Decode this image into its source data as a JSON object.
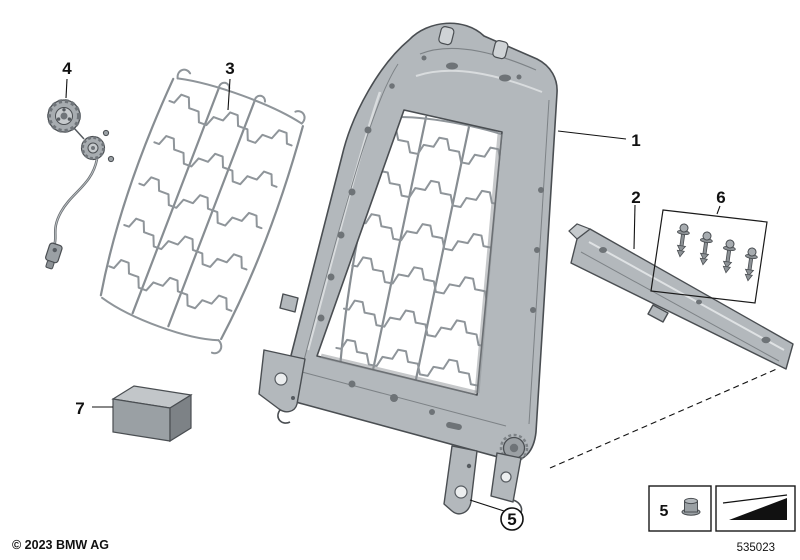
{
  "diagram": {
    "callouts": {
      "c1": "1",
      "c2": "2",
      "c3": "3",
      "c4": "4",
      "c5": "5",
      "c6": "6",
      "c7": "7"
    },
    "inline_ref": {
      "circled": "5"
    },
    "legend": {
      "fastener": "5"
    },
    "footer": {
      "copyright": "© 2023 BMW AG",
      "diagram_number": "535023"
    },
    "colors": {
      "metal_light": "#c6cacd",
      "metal_mid": "#b3b8bc",
      "metal_dark": "#7d8286",
      "outline": "#4a4e52",
      "wire": "#8f959a",
      "line": "#111111",
      "background": "#ffffff"
    }
  }
}
